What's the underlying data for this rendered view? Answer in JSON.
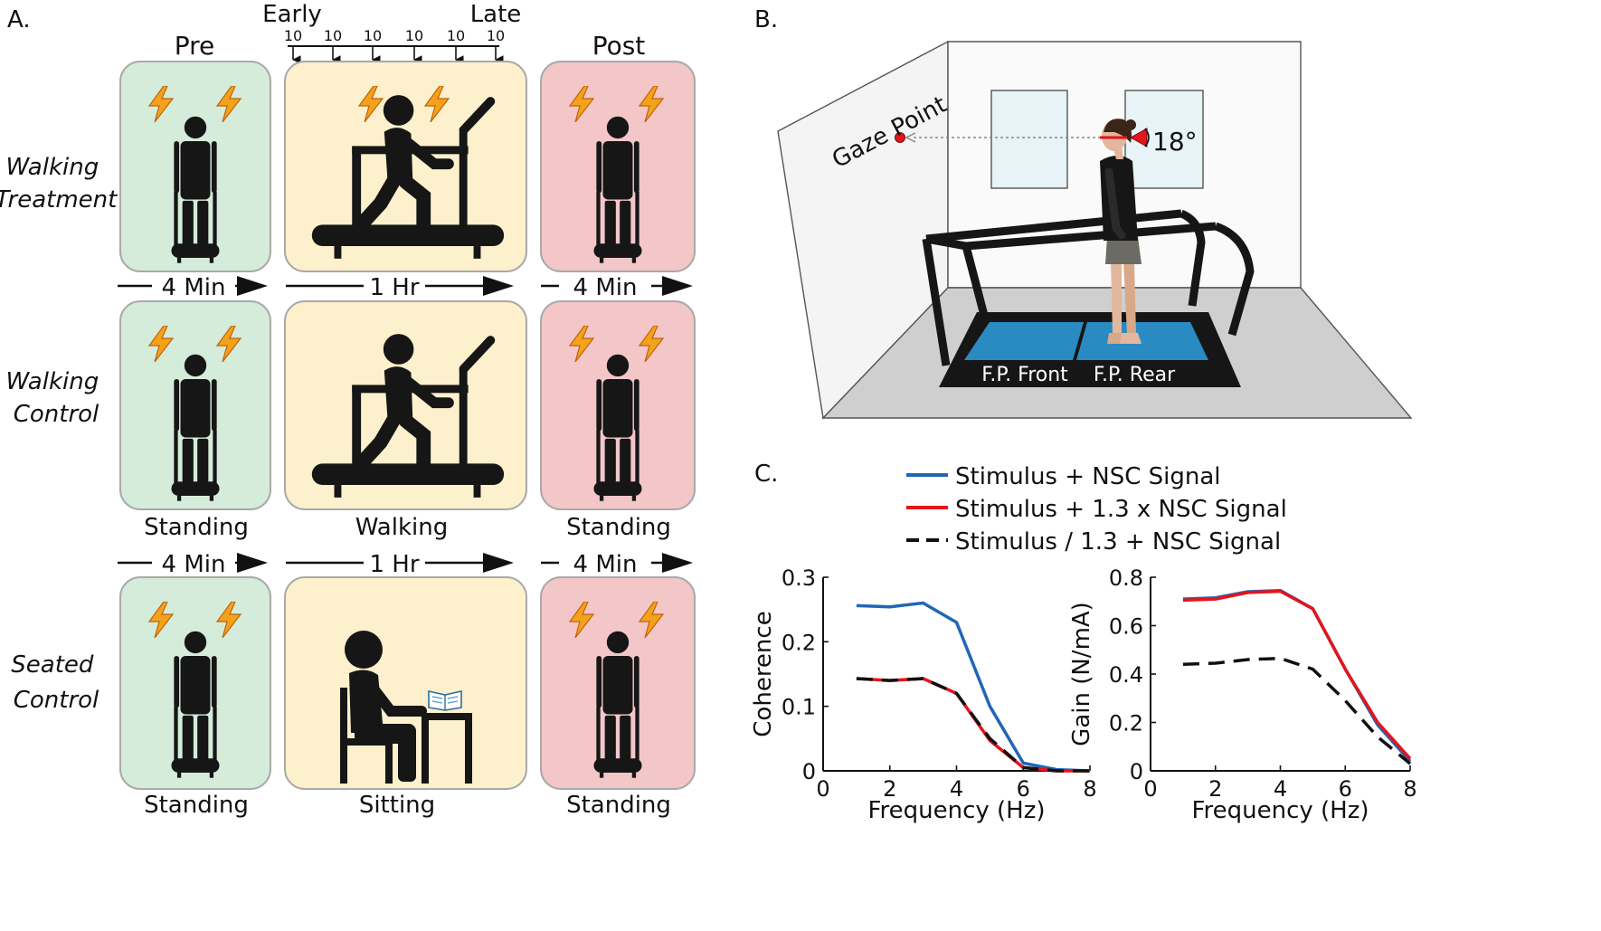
{
  "panel_labels": {
    "a": "A.",
    "b": "B.",
    "c": "C."
  },
  "panel_a": {
    "column_headers": {
      "pre": "Pre",
      "early": "Early",
      "late": "Late",
      "post": "Post"
    },
    "tick_labels": [
      "10",
      "10",
      "10",
      "10",
      "10",
      "10"
    ],
    "row_labels": {
      "walking_treatment": [
        "Walking",
        "Treatment"
      ],
      "walking_control": [
        "Walking",
        "Control"
      ],
      "seated_control": [
        "Seated",
        "Control"
      ]
    },
    "durations": {
      "pre": "4 Min",
      "middle": "1 Hr",
      "post": "4 Min"
    },
    "activity_labels": {
      "row2": [
        "Standing",
        "Walking",
        "Standing"
      ],
      "row3": [
        "Standing",
        "Sitting",
        "Standing"
      ]
    },
    "colors": {
      "pre": "#d4ecd9",
      "middle": "#fdf0cc",
      "post": "#f3c6c8",
      "figure": "#161616",
      "bolt": "#f5a21b"
    }
  },
  "panel_b": {
    "gaze_label": "Gaze Point",
    "angle_label": "18°",
    "force_plates": [
      "F.P. Front",
      "F.P. Rear"
    ],
    "colors": {
      "plate": "#2a8ac2",
      "floor": "#cfcfcf",
      "wall": "#f3f3f3"
    }
  },
  "panel_c": {
    "legend": [
      {
        "label": "Stimulus + NSC Signal",
        "color": "#2166b5",
        "style": "solid"
      },
      {
        "label": "Stimulus + 1.3 x NSC Signal",
        "color": "#e4141c",
        "style": "solid"
      },
      {
        "label": "Stimulus / 1.3 + NSC Signal",
        "color": "#111111",
        "style": "dashed"
      }
    ]
  },
  "chart_data": [
    {
      "type": "line",
      "xlabel": "Frequency (Hz)",
      "ylabel": "Coherence",
      "xlim": [
        0,
        8
      ],
      "ylim": [
        0,
        0.3
      ],
      "xticks": [
        "0",
        "2",
        "4",
        "6",
        "8"
      ],
      "yticks": [
        "0",
        "0.1",
        "0.2",
        "0.3"
      ],
      "series": [
        {
          "name": "Stimulus + NSC Signal",
          "color": "#2166b5",
          "dash": false,
          "x": [
            1,
            2,
            3,
            4,
            5,
            6,
            7,
            8
          ],
          "values": [
            0.256,
            0.254,
            0.26,
            0.23,
            0.1,
            0.012,
            0.002,
            0.0
          ]
        },
        {
          "name": "Stimulus + 1.3 x NSC Signal",
          "color": "#e4141c",
          "dash": false,
          "x": [
            1,
            2,
            3,
            4,
            5,
            6,
            7,
            8
          ],
          "values": [
            0.143,
            0.14,
            0.143,
            0.12,
            0.047,
            0.005,
            0.0,
            0.0
          ]
        },
        {
          "name": "Stimulus / 1.3 + NSC Signal",
          "color": "#111111",
          "dash": true,
          "x": [
            1,
            2,
            3,
            4,
            5,
            6,
            7,
            8
          ],
          "values": [
            0.143,
            0.14,
            0.143,
            0.12,
            0.05,
            0.005,
            0.0,
            0.0
          ]
        }
      ]
    },
    {
      "type": "line",
      "xlabel": "Frequency (Hz)",
      "ylabel": "Gain (N/mA)",
      "xlim": [
        0,
        8
      ],
      "ylim": [
        0,
        0.8
      ],
      "xticks": [
        "0",
        "2",
        "4",
        "6",
        "8"
      ],
      "yticks": [
        "0",
        "0.2",
        "0.4",
        "0.6",
        "0.8"
      ],
      "series": [
        {
          "name": "Stimulus + NSC Signal",
          "color": "#2166b5",
          "dash": false,
          "x": [
            1,
            2,
            3,
            4,
            5,
            6,
            7,
            8
          ],
          "values": [
            0.71,
            0.715,
            0.74,
            0.745,
            0.67,
            0.42,
            0.19,
            0.04
          ]
        },
        {
          "name": "Stimulus + 1.3 x NSC Signal",
          "color": "#e4141c",
          "dash": false,
          "x": [
            1,
            2,
            3,
            4,
            5,
            6,
            7,
            8
          ],
          "values": [
            0.705,
            0.71,
            0.737,
            0.742,
            0.67,
            0.42,
            0.2,
            0.05
          ]
        },
        {
          "name": "Stimulus / 1.3 + NSC Signal",
          "color": "#111111",
          "dash": true,
          "x": [
            1,
            2,
            3,
            4,
            5,
            6,
            7,
            8
          ],
          "values": [
            0.44,
            0.445,
            0.46,
            0.465,
            0.42,
            0.29,
            0.14,
            0.03
          ]
        }
      ]
    }
  ]
}
